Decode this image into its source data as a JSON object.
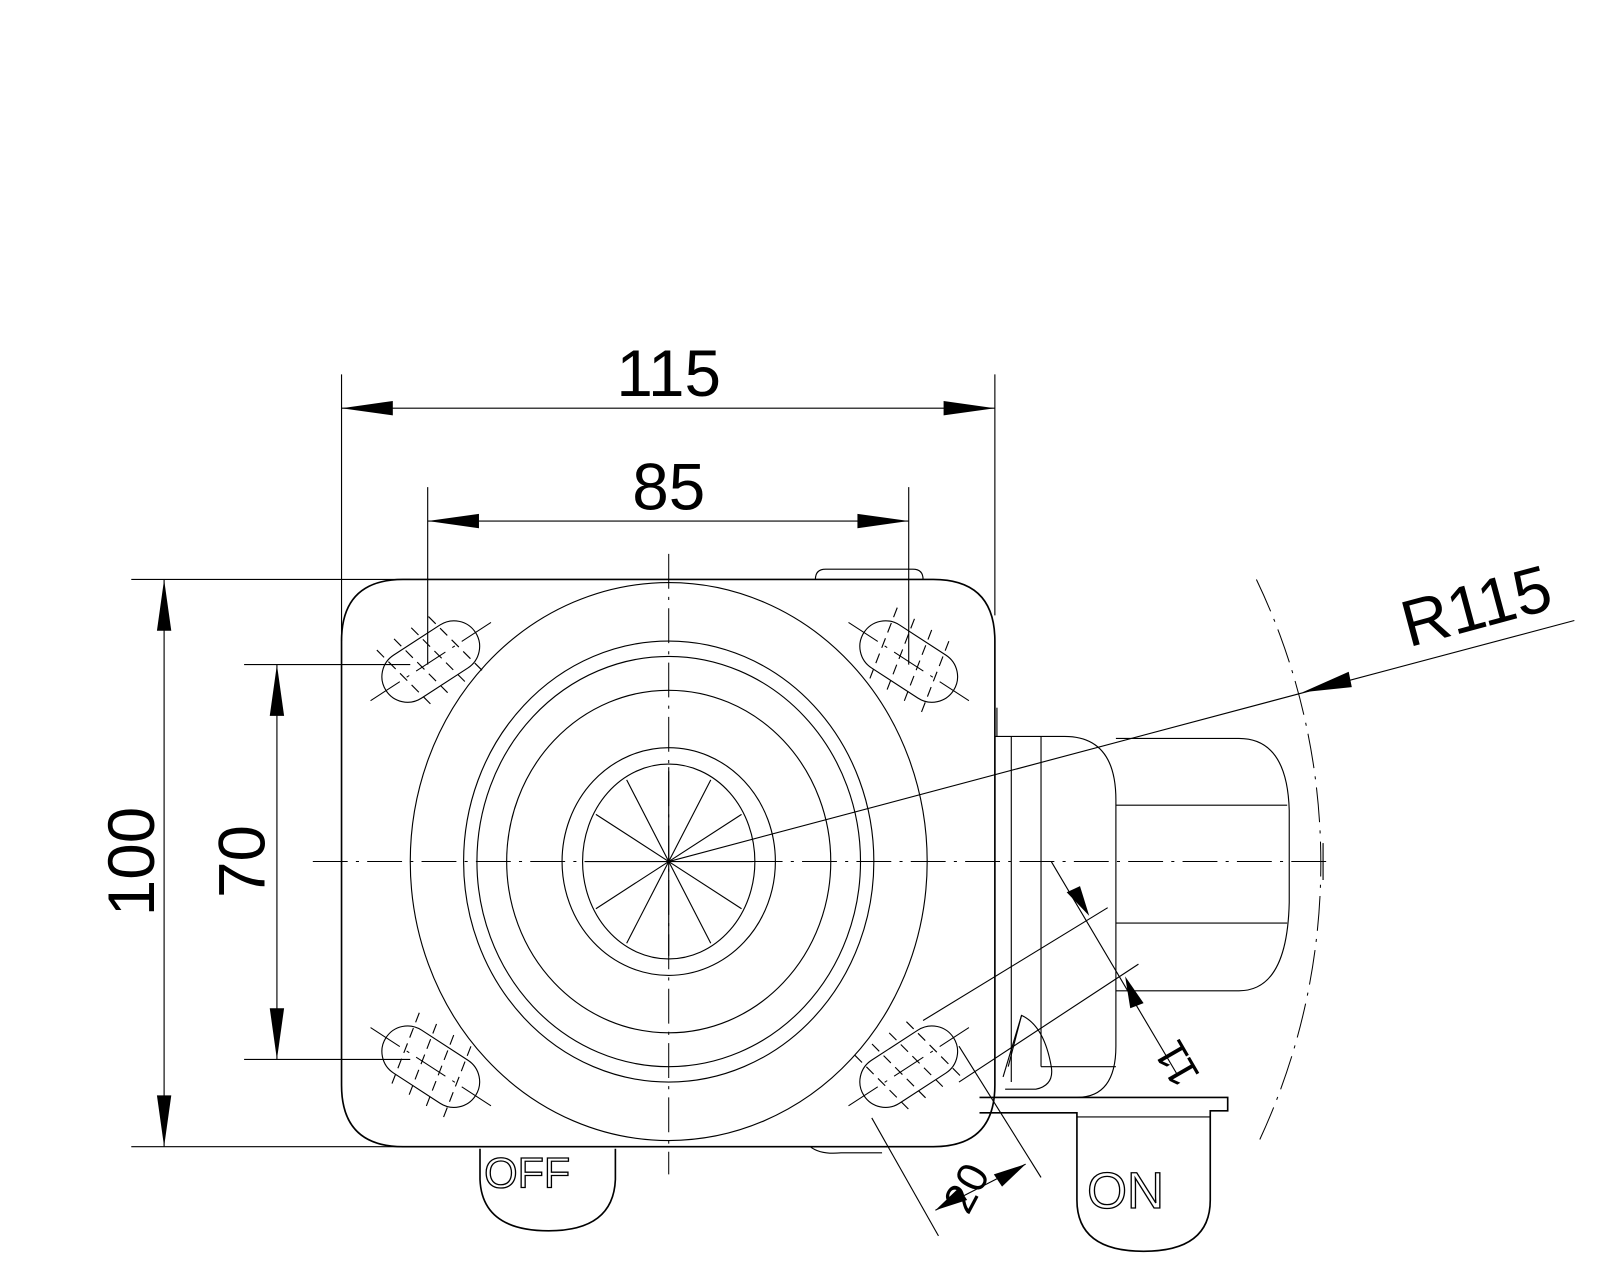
{
  "title": "Swivel castor with brake - top view",
  "dimensions": {
    "overall_width": "115",
    "hole_spacing_x": "85",
    "overall_length": "100",
    "hole_spacing_y": "70",
    "swivel_radius": "R115",
    "slot_length": "20",
    "slot_width": "11"
  },
  "labels": {
    "brake_off": "OFF",
    "brake_on": "ON"
  }
}
